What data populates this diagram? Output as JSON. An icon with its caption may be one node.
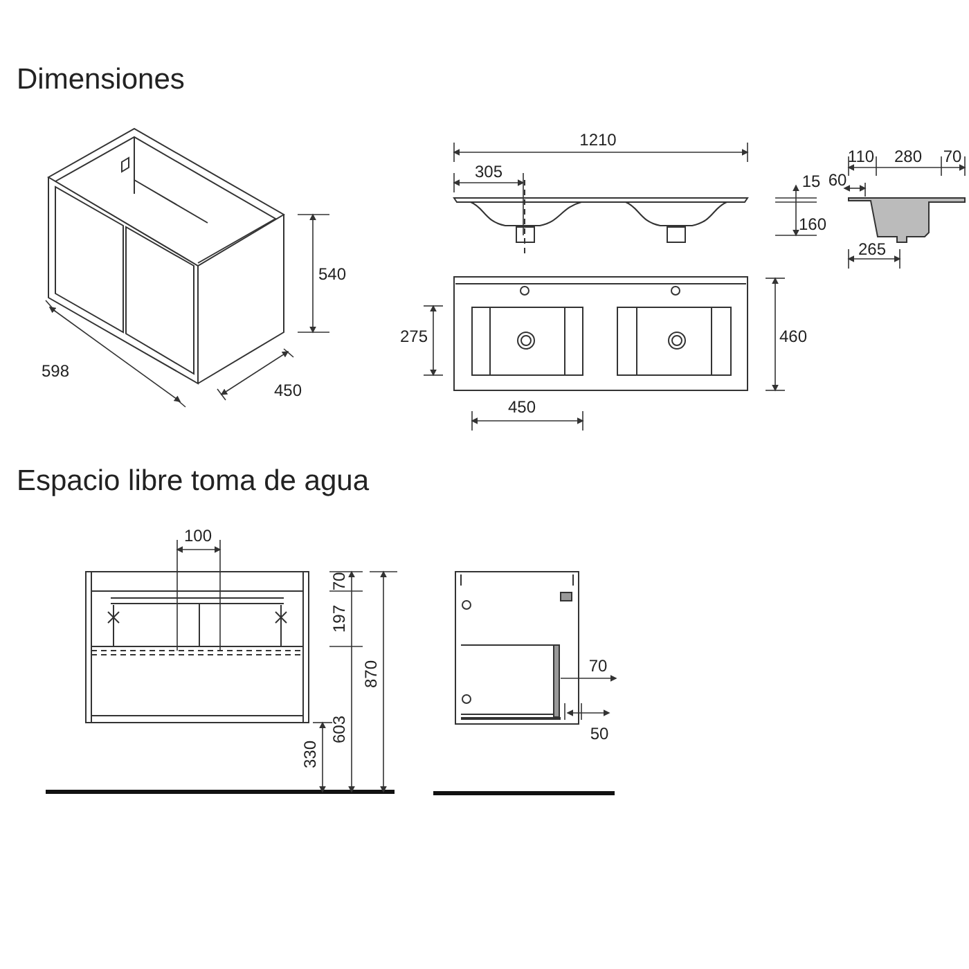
{
  "diagram": {
    "labels": [
      "Dimensiones",
      "1210",
      "110",
      "280",
      "70",
      "305",
      "15",
      "60",
      "160",
      "540",
      "265",
      "275",
      "460",
      "598",
      "450",
      "450",
      "Espacio libre toma de agua",
      "100",
      "70",
      "197",
      "870",
      "70",
      "603",
      "330",
      "50"
    ]
  }
}
